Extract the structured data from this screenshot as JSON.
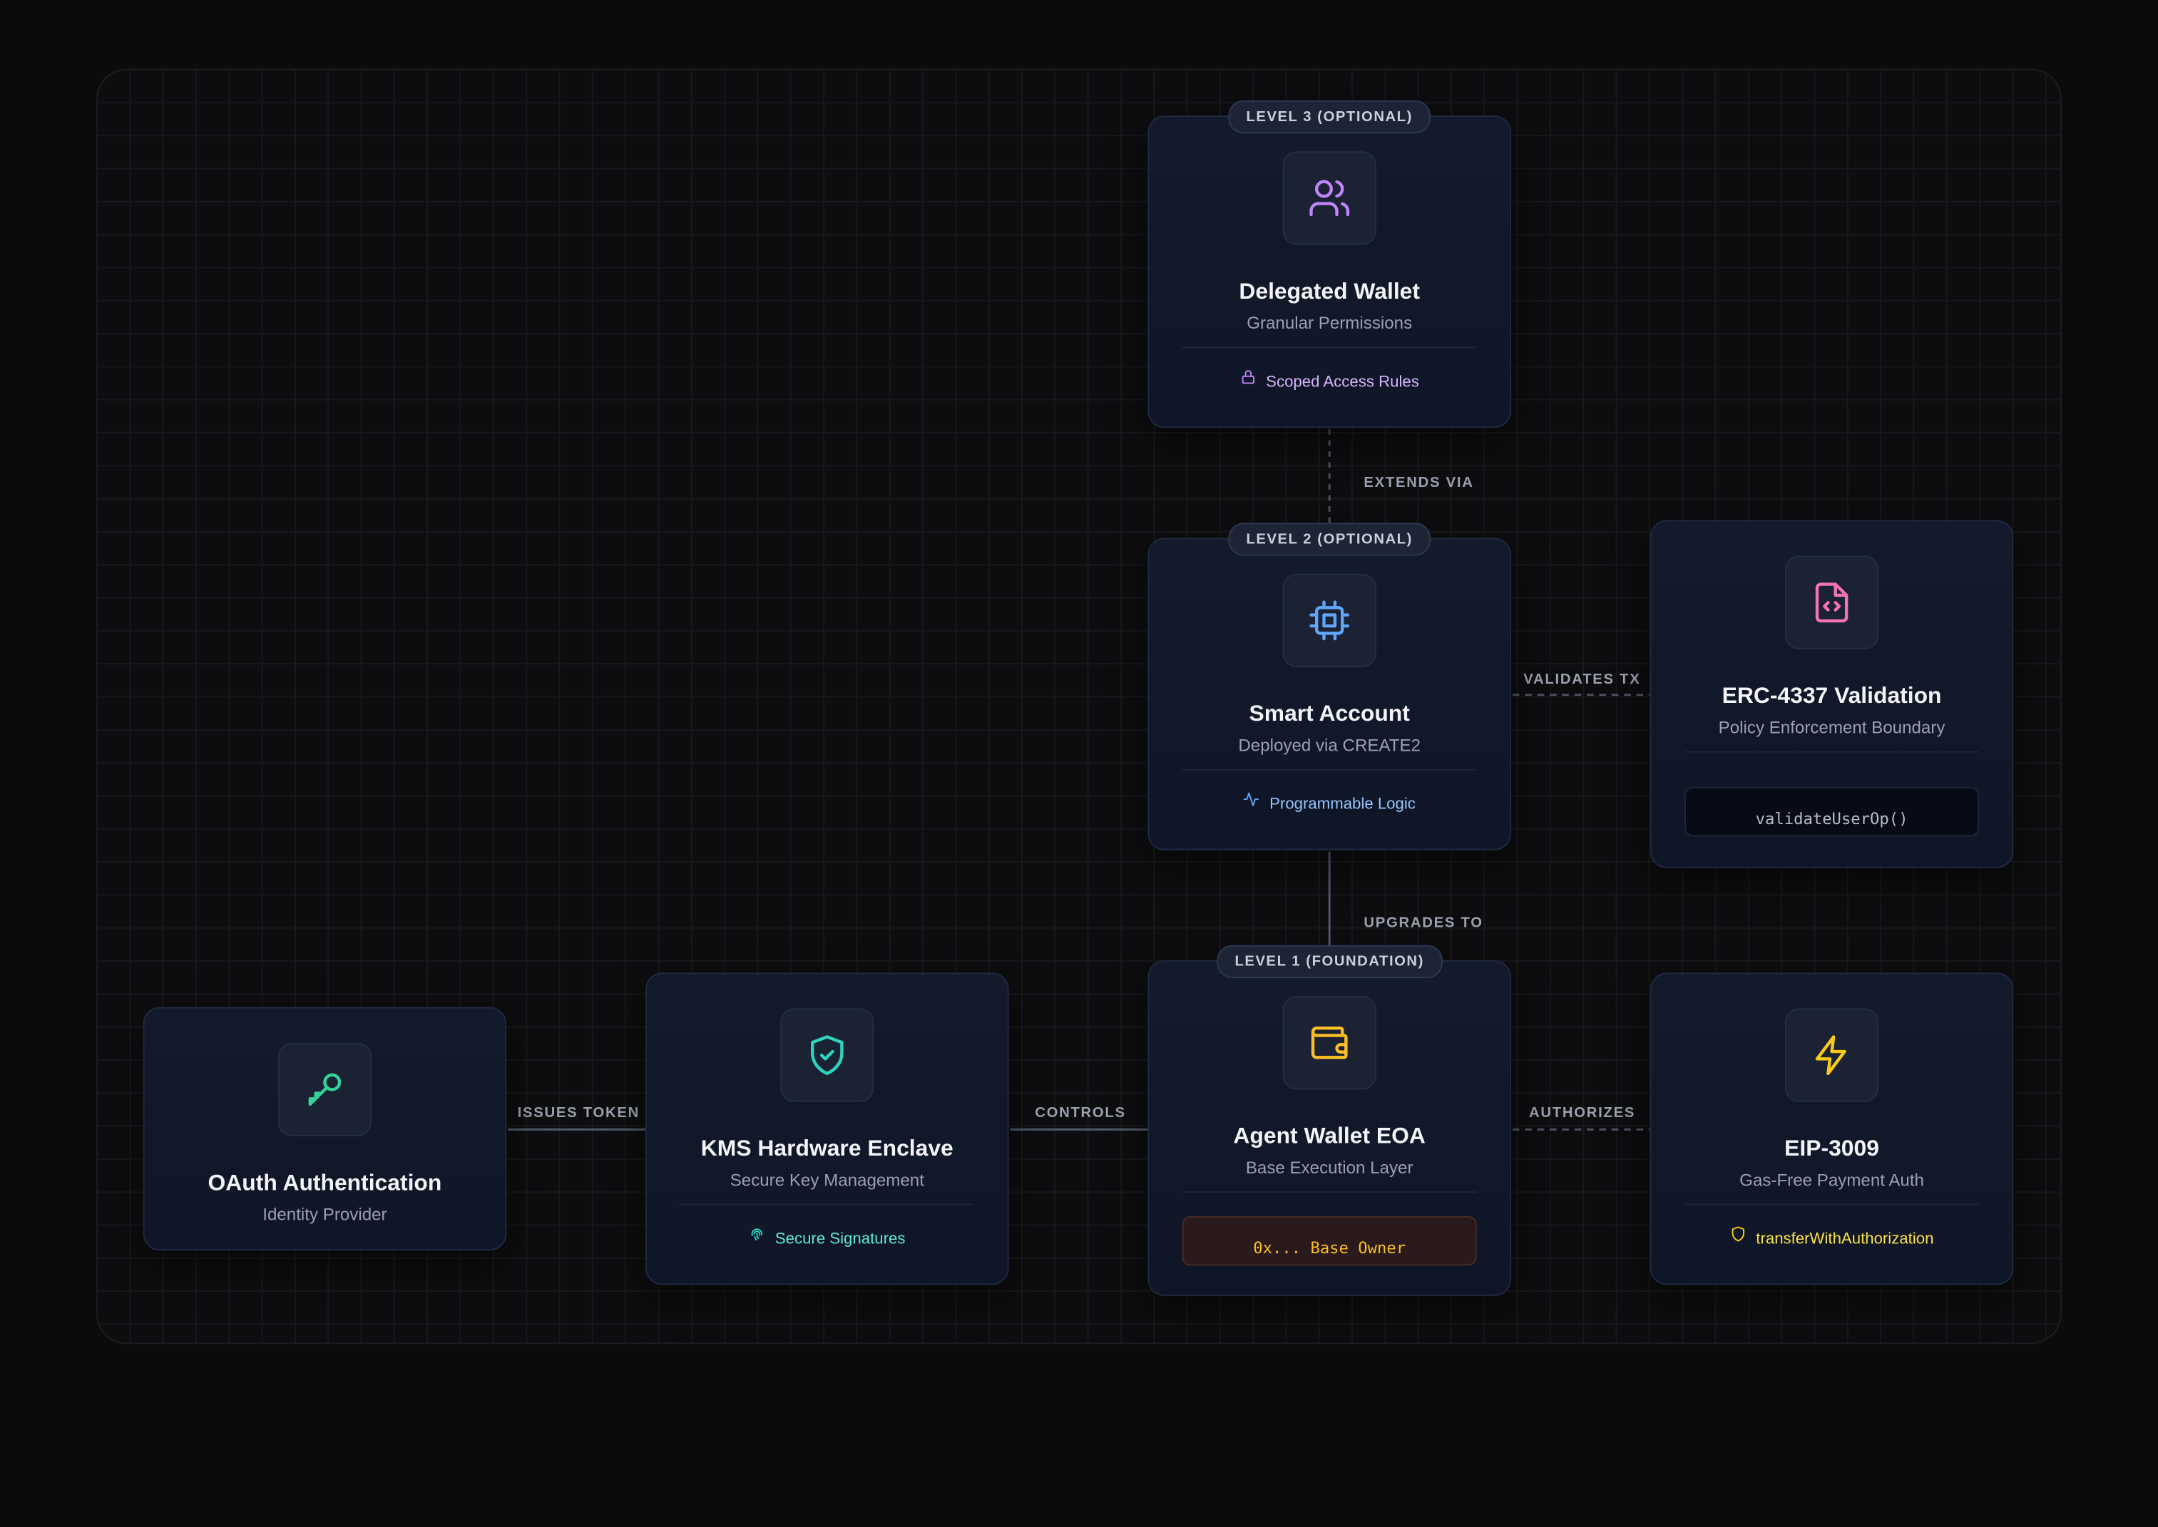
{
  "colors": {
    "oauth": "#34d399",
    "kms": "#2dd4bf",
    "eoa": "#fbbf24",
    "smart": "#60a5fa",
    "delegated": "#c084fc",
    "erc": "#f472b6",
    "eip": "#facc15"
  },
  "nodes": {
    "delegated": {
      "level": "LEVEL 3 (OPTIONAL)",
      "icon": "users-icon",
      "title": "Delegated Wallet",
      "subtitle": "Granular Permissions",
      "feature_icon": "lock-icon",
      "feature": "Scoped Access Rules"
    },
    "smart": {
      "level": "LEVEL 2 (OPTIONAL)",
      "icon": "cpu-chip-icon",
      "title": "Smart Account",
      "subtitle": "Deployed via CREATE2",
      "feature_icon": "activity-icon",
      "feature": "Programmable Logic"
    },
    "erc": {
      "icon": "file-code-icon",
      "title": "ERC-4337 Validation",
      "subtitle": "Policy Enforcement Boundary",
      "code": "validateUserOp()"
    },
    "oauth": {
      "icon": "key-icon",
      "title": "OAuth Authentication",
      "subtitle": "Identity Provider"
    },
    "kms": {
      "icon": "shield-check-icon",
      "title": "KMS Hardware Enclave",
      "subtitle": "Secure Key Management",
      "feature_icon": "fingerprint-icon",
      "feature": "Secure Signatures"
    },
    "eoa": {
      "level": "LEVEL 1 (FOUNDATION)",
      "icon": "wallet-icon",
      "title": "Agent Wallet EOA",
      "subtitle": "Base Execution Layer",
      "code": "0x... Base Owner"
    },
    "eip": {
      "icon": "lightning-icon",
      "title": "EIP-3009",
      "subtitle": "Gas-Free Payment Auth",
      "feature_icon": "shield-icon",
      "feature": "transferWithAuthorization"
    }
  },
  "edges": {
    "extends_via": "EXTENDS VIA",
    "validates_tx": "VALIDATES TX",
    "upgrades_to": "UPGRADES TO",
    "issues_token": "ISSUES TOKEN",
    "controls": "CONTROLS",
    "authorizes": "AUTHORIZES"
  }
}
